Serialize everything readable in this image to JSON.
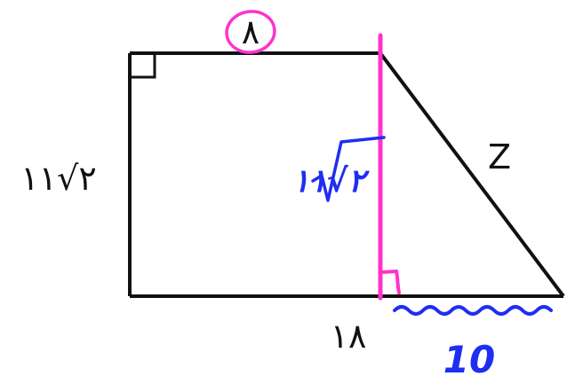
{
  "diagram": {
    "top_base_label": "٨",
    "bottom_base_label": "١٨",
    "left_height_label": "٢√١١",
    "slant_side_label": "Z",
    "added_height_label": "٢√١١",
    "added_segment_label": "10"
  },
  "colors": {
    "figure": "#111111",
    "height_line": "#ff33cc",
    "circle": "#ff33cc",
    "handwriting": "#1f2ef0"
  }
}
